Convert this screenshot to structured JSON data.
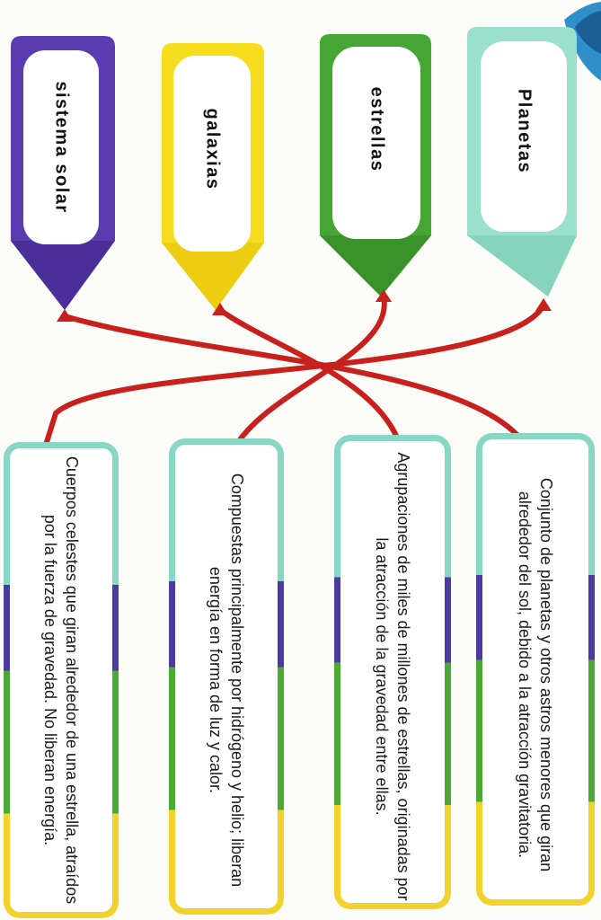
{
  "concepts": [
    {
      "id": "sistema-solar",
      "label": "sistema solar",
      "color": "#5a3bb0"
    },
    {
      "id": "galaxias",
      "label": "galaxias",
      "color": "#f5dd1e"
    },
    {
      "id": "estrellas",
      "label": "estrellas",
      "color": "#45a634"
    },
    {
      "id": "planetas",
      "label": "Planetas",
      "color": "#9be0cd"
    }
  ],
  "definitions": [
    {
      "id": "sistema",
      "text": "Cuerpos celestes que giran alrededor de una estrella, atraídos por la fuerza de gravedad. No liberan energía."
    },
    {
      "id": "estrellas",
      "text": "Compuestas principalmente por hidrógeno y helio; liberan energía en forma de luz y calor."
    },
    {
      "id": "galaxias",
      "text": "Agrupaciones de miles de millones de estrellas, originadas por la atracción de la gravedad entre ellas."
    },
    {
      "id": "planetas",
      "text": "Conjunto de planetas y otros astros menores que giran alrededor del sol, debido a la atracción gravitatoria."
    }
  ],
  "connector_color": "#c8201d"
}
